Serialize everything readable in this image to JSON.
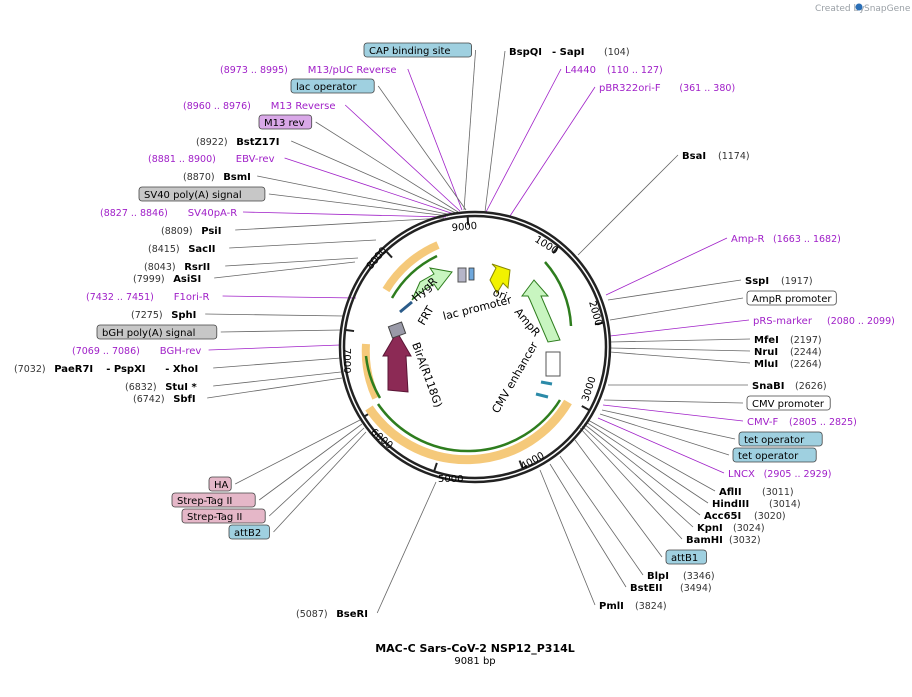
{
  "brand": {
    "created_by": "Created by",
    "name": "SnapGene"
  },
  "plasmid": {
    "name": "MAC-C Sars-CoV-2 NSP12_P314L",
    "length": "9081 bp"
  },
  "colors": {
    "primer": "#a020c8",
    "blue_box": "#9fd0e0",
    "gray_box": "#c7c7c7",
    "pink_box": "#e5b7c8",
    "violet_box": "#d9a8e8",
    "yellow_arrow": "#f2f200",
    "green_arrow": "#c8f5c0",
    "maroon_arrow": "#8c2a55",
    "orange_band": "#f5a623",
    "green_band": "#2e7d1e"
  },
  "ticks": [
    "9000",
    "1000",
    "2000",
    "3000",
    "4000",
    "5000",
    "6000",
    "7000",
    "8000"
  ],
  "inner_features": [
    {
      "name": "hygr",
      "label": "HygR"
    },
    {
      "name": "frt",
      "label": "FRT"
    },
    {
      "name": "lac-promoter",
      "label": "lac promoter"
    },
    {
      "name": "ori",
      "label": "ori"
    },
    {
      "name": "ampr",
      "label": "AmpR"
    },
    {
      "name": "cmv-enhancer",
      "label": "CMV enhancer"
    },
    {
      "name": "bira",
      "label": "BirA(R118G)"
    }
  ],
  "labels": [
    {
      "name": "cap-binding-site",
      "kind": "box",
      "style": "blue",
      "text": "CAP binding site"
    },
    {
      "name": "m13-puc-reverse",
      "kind": "primer",
      "coord": "(8973 .. 8995)",
      "text": "M13/pUC Reverse"
    },
    {
      "name": "lac-operator",
      "kind": "box",
      "style": "blue",
      "text": "lac operator"
    },
    {
      "name": "m13-reverse",
      "kind": "primer",
      "coord": "(8960 .. 8976)",
      "text": "M13 Reverse"
    },
    {
      "name": "m13-rev",
      "kind": "box",
      "style": "violet",
      "text": "M13 rev"
    },
    {
      "name": "bstz17i",
      "kind": "site",
      "coord": "(8922)",
      "text": "BstZ17I"
    },
    {
      "name": "ebv-rev",
      "kind": "primer",
      "coord": "(8881 .. 8900)",
      "text": "EBV-rev"
    },
    {
      "name": "bsmi",
      "kind": "site",
      "coord": "(8870)",
      "text": "BsmI"
    },
    {
      "name": "sv40-polya-signal",
      "kind": "box",
      "style": "gray",
      "text": "SV40 poly(A) signal"
    },
    {
      "name": "sv40pa-r",
      "kind": "primer",
      "coord": "(8827 .. 8846)",
      "text": "SV40pA-R"
    },
    {
      "name": "psii",
      "kind": "site",
      "coord": "(8809)",
      "text": "PsiI"
    },
    {
      "name": "sacii",
      "kind": "site",
      "coord": "(8415)",
      "text": "SacII"
    },
    {
      "name": "rsrii",
      "kind": "site",
      "coord": "(8043)",
      "text": "RsrII"
    },
    {
      "name": "asisi",
      "kind": "site",
      "coord": "(7999)",
      "text": "AsiSI"
    },
    {
      "name": "f1ori-r",
      "kind": "primer",
      "coord": "(7432 .. 7451)",
      "text": "F1ori-R"
    },
    {
      "name": "sphi",
      "kind": "site",
      "coord": "(7275)",
      "text": "SphI"
    },
    {
      "name": "bgh-polya-signal",
      "kind": "box",
      "style": "gray",
      "text": "bGH poly(A) signal"
    },
    {
      "name": "bgh-rev",
      "kind": "primer",
      "coord": "(7069 .. 7086)",
      "text": "BGH-rev"
    },
    {
      "name": "paer7i-pspxi-xhoi",
      "kind": "site",
      "coord": "(7032)",
      "text": "PaeR7I",
      "extra1": "- PspXI",
      "extra2": "- XhoI"
    },
    {
      "name": "stui",
      "kind": "site",
      "coord": "(6832)",
      "text": "StuI *"
    },
    {
      "name": "sbfi",
      "kind": "site",
      "coord": "(6742)",
      "text": "SbfI"
    },
    {
      "name": "ha-tag",
      "kind": "box",
      "style": "pink",
      "text": "HA"
    },
    {
      "name": "strep-tag-ii-1",
      "kind": "box",
      "style": "pink",
      "text": "Strep-Tag II"
    },
    {
      "name": "strep-tag-ii-2",
      "kind": "box",
      "style": "pink",
      "text": "Strep-Tag II"
    },
    {
      "name": "attb2",
      "kind": "box",
      "style": "blue",
      "text": "attB2"
    },
    {
      "name": "bseri",
      "kind": "site",
      "coord": "(5087)",
      "text": "BseRI"
    },
    {
      "name": "bspqi-sapi",
      "kind": "site",
      "coord": "(104)",
      "text": "BspQI",
      "extra1": "- SapI"
    },
    {
      "name": "l4440",
      "kind": "primer",
      "coord": "(110 .. 127)",
      "text": "L4440"
    },
    {
      "name": "pbr322ori-f",
      "kind": "primer",
      "coord": "(361 .. 380)",
      "text": "pBR322ori-F"
    },
    {
      "name": "bsai",
      "kind": "site",
      "coord": "(1174)",
      "text": "BsaI"
    },
    {
      "name": "amp-r",
      "kind": "primer",
      "coord": "(1663 .. 1682)",
      "text": "Amp-R"
    },
    {
      "name": "sspi",
      "kind": "site",
      "coord": "(1917)",
      "text": "SspI"
    },
    {
      "name": "ampr-promoter",
      "kind": "box",
      "style": "white",
      "text": "AmpR promoter"
    },
    {
      "name": "prs-marker",
      "kind": "primer",
      "coord": "(2080 .. 2099)",
      "text": "pRS-marker"
    },
    {
      "name": "mfei",
      "kind": "site",
      "coord": "(2197)",
      "text": "MfeI"
    },
    {
      "name": "nrui",
      "kind": "site",
      "coord": "(2244)",
      "text": "NruI"
    },
    {
      "name": "mlui",
      "kind": "site",
      "coord": "(2264)",
      "text": "MluI"
    },
    {
      "name": "snabi",
      "kind": "site",
      "coord": "(2626)",
      "text": "SnaBI"
    },
    {
      "name": "cmv-promoter",
      "kind": "box",
      "style": "white",
      "text": "CMV promoter"
    },
    {
      "name": "cmv-f",
      "kind": "primer",
      "coord": "(2805 .. 2825)",
      "text": "CMV-F"
    },
    {
      "name": "tet-operator-1",
      "kind": "box",
      "style": "blue",
      "text": "tet operator"
    },
    {
      "name": "tet-operator-2",
      "kind": "box",
      "style": "blue",
      "text": "tet operator"
    },
    {
      "name": "lncx",
      "kind": "primer",
      "coord": "(2905 .. 2929)",
      "text": "LNCX"
    },
    {
      "name": "aflii",
      "kind": "site",
      "coord": "(3011)",
      "text": "AflII"
    },
    {
      "name": "hindiii",
      "kind": "site",
      "coord": "(3014)",
      "text": "HindIII"
    },
    {
      "name": "acc65i",
      "kind": "site",
      "coord": "(3020)",
      "text": "Acc65I"
    },
    {
      "name": "kpni",
      "kind": "site",
      "coord": "(3024)",
      "text": "KpnI"
    },
    {
      "name": "bamhi",
      "kind": "site",
      "coord": "(3032)",
      "text": "BamHI"
    },
    {
      "name": "attb1",
      "kind": "box",
      "style": "blue",
      "text": "attB1"
    },
    {
      "name": "blpi",
      "kind": "site",
      "coord": "(3346)",
      "text": "BlpI"
    },
    {
      "name": "bsteii",
      "kind": "site",
      "coord": "(3494)",
      "text": "BstEII"
    },
    {
      "name": "pmli",
      "kind": "site",
      "coord": "(3824)",
      "text": "PmlI"
    }
  ]
}
